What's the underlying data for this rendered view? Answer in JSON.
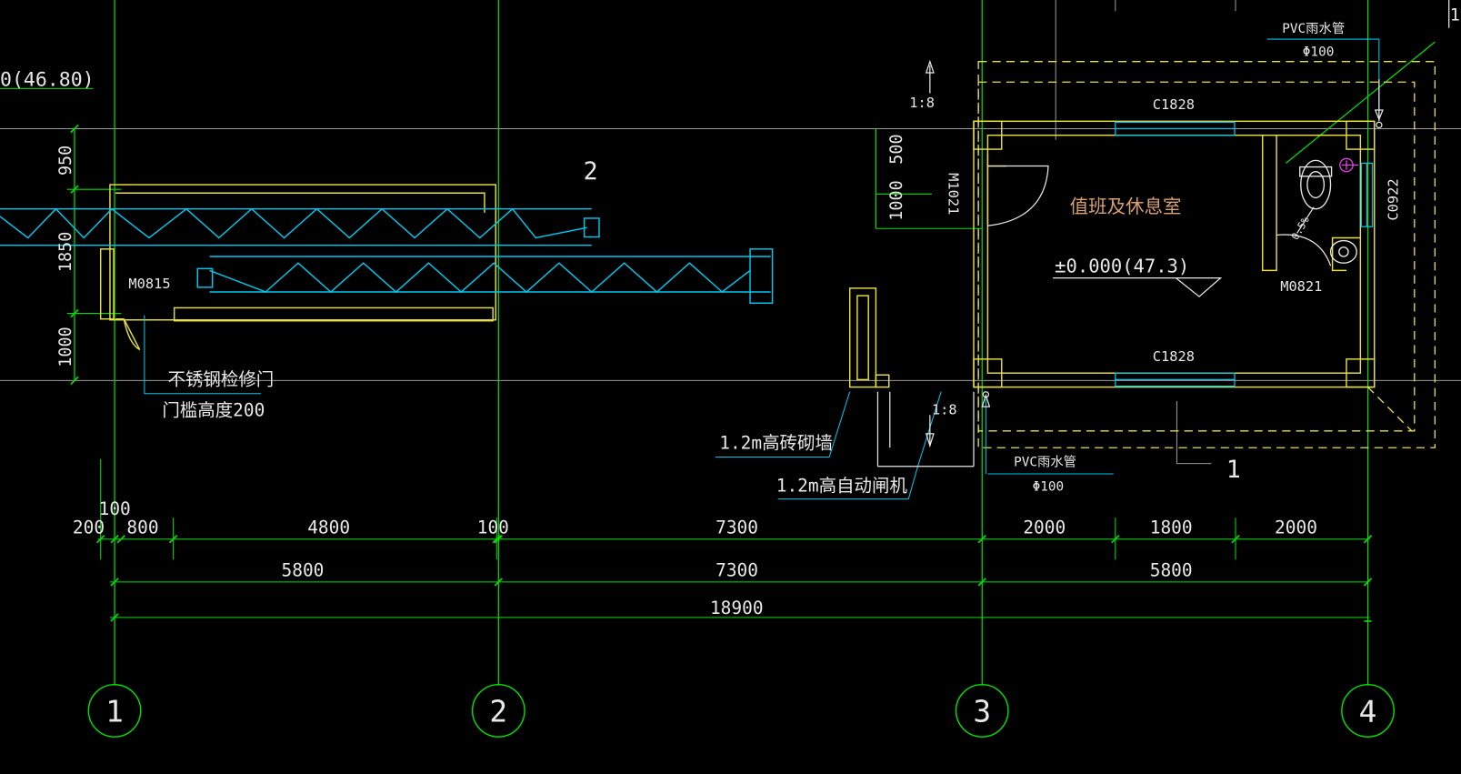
{
  "labels": {
    "elev_left": "0(46.80)",
    "dim_950": "950",
    "dim_1850": "1850",
    "dim_1000_left": "1000",
    "sec2": "2",
    "m0815": "M0815",
    "door_note1": "不锈钢检修门",
    "door_note2": "门槛高度200",
    "slope_top": "1:8",
    "slope_bottom": "1:8",
    "dim_500": "500",
    "dim_1000_mid": "1000",
    "m1021": "M1021",
    "brick_wall": "1.2m高砖砌墙",
    "gate": "1.2m高自动闸机",
    "pvc_top": "PVC雨水管",
    "phi_top": "Φ100",
    "pvc_bottom": "PVC雨水管",
    "phi_bottom": "Φ100",
    "c1828_top": "C1828",
    "c1828_bottom": "C1828",
    "room": "值班及休息室",
    "elev_room": "±0.000(47.3)",
    "c0922": "C0922",
    "m0821": "M0821",
    "slope_pct": "0.5%",
    "sec1": "1",
    "corner_mark": "1"
  },
  "dims_row1": [
    "200",
    "100",
    "800",
    "4800",
    "100",
    "7300",
    "2000",
    "1800",
    "2000"
  ],
  "dims_row2": [
    "5800",
    "7300",
    "5800"
  ],
  "dims_total": "18900",
  "axes": [
    "1",
    "2",
    "3",
    "4"
  ],
  "colors": {
    "axis": "#00e000",
    "wall": "#e8e040",
    "struct": "#00c8f0",
    "text": "#e8e8e8",
    "room": "#d8a070",
    "grid": "#9a9a9a"
  }
}
